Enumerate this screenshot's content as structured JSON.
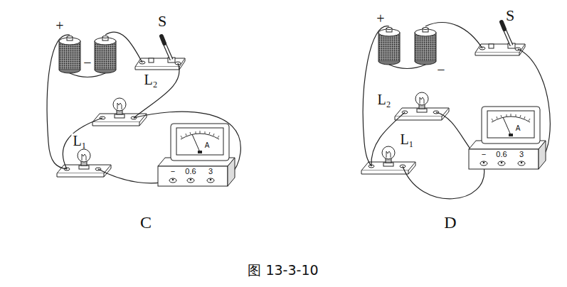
{
  "diagram": {
    "caption": "图 13-3-10",
    "nodes": [
      {
        "text": [
          "−",
          "0.6",
          "3",
          "A"
        ]
      },
      {
        "text": [
          "−",
          "0.6",
          "3",
          "A"
        ]
      }
    ],
    "labels": [
      "+",
      "−",
      "S",
      "L₂",
      "L₁",
      "C",
      "+",
      "−",
      "S",
      "L₂",
      "L₁",
      "D"
    ]
  }
}
